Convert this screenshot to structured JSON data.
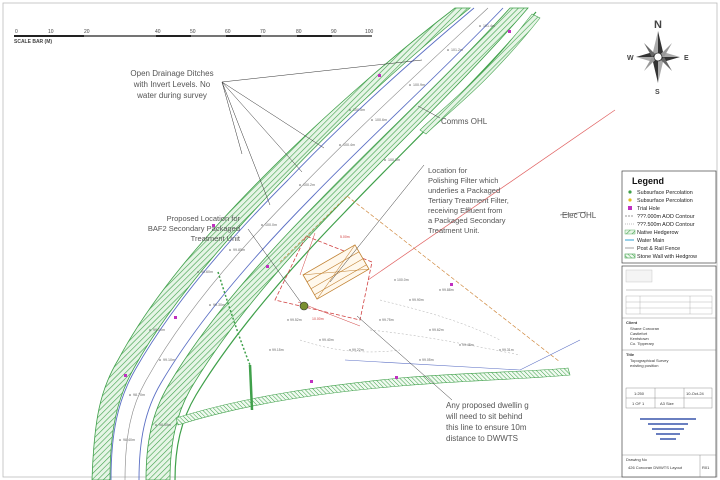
{
  "scale_bar": {
    "title": "SCALE BAR (M)",
    "ticks": [
      "0",
      "10",
      "20",
      "40",
      "50",
      "60",
      "70",
      "80",
      "90",
      "100"
    ]
  },
  "compass": {
    "n": "N",
    "s": "S",
    "e": "E",
    "w": "W"
  },
  "annotations": {
    "ditches": [
      "Open Drainage Ditches",
      "with Invert Levels. No",
      "water during survey"
    ],
    "comms": "Comms OHL",
    "elec": "Elec OHL",
    "polishing": [
      "Location for",
      "Polishing Filter which",
      "underlies a Packaged",
      "Tertiary Treatment Filter,",
      "receiving Effluent from",
      "a Packaged Secondary",
      "Treatment Unit."
    ],
    "baf": [
      "Proposed Location for",
      "BAF2 Secondary Packaged",
      "Treatment Unit"
    ],
    "dwelling": [
      "Any proposed dwellin g",
      "will need to sit behind",
      "this line to ensure 10m",
      "distance to DWWTS"
    ]
  },
  "legend": {
    "title": "Legend",
    "items": [
      {
        "label": "Subsurface Percolation",
        "sym": "dot-green"
      },
      {
        "label": "Subsurface Percolation",
        "sym": "dot-yellow"
      },
      {
        "label": "Trial Hole",
        "sym": "cross-purple"
      },
      {
        "label": "???.000m AOD Contour",
        "sym": "line-dash"
      },
      {
        "label": "???.500m AOD Contour",
        "sym": "line-dot"
      },
      {
        "label": "Native Hedgerow",
        "sym": "hedge"
      },
      {
        "label": "Water Main",
        "sym": "line-blue"
      },
      {
        "label": "Post & Rail Fence",
        "sym": "line-grey"
      },
      {
        "label": "Stone Wall with Hedgrow",
        "sym": "wall"
      }
    ]
  },
  "title_block": {
    "client_label": "Client",
    "client_lines": [
      "Shane Corcoran",
      "Castlefort",
      "Kentstown",
      "Co. Tipperary"
    ],
    "title_label": "Title",
    "title_lines": [
      "Topographical Survey",
      "existing position"
    ],
    "scale": "1:250",
    "date": "10-Oct-24",
    "sheet": "1 OF 1",
    "size": "A3 Size",
    "drawing_no_label": "Drawing No",
    "drawing_no": "426 Corcoran DWWTS Layout",
    "rev": "R01"
  },
  "colors": {
    "hedge": "#3fa04a",
    "road_blue": "#5b6fc4",
    "elec_red": "#e06060",
    "text_grey": "#555555",
    "dim_red": "#d04040",
    "filter_orange": "#c08030",
    "magenta": "#c030c0"
  }
}
